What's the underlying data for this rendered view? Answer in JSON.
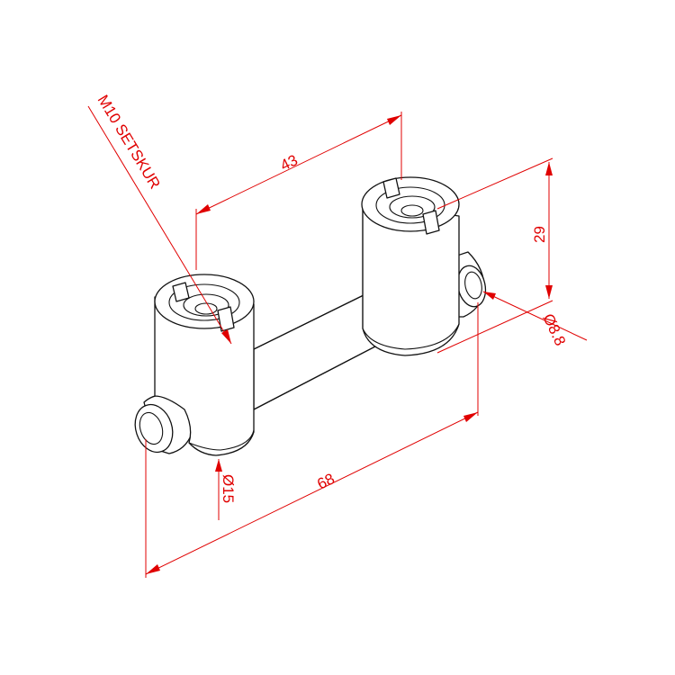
{
  "drawing": {
    "dimensions": {
      "center_distance": "43",
      "overall_length": "68",
      "height": "29",
      "pin_diameter": "Ø8.8",
      "body_diameter": "Ø15"
    },
    "callouts": {
      "screw_note": "M10 SETSKUR"
    },
    "colors": {
      "dimension": "#e00000",
      "outline": "#111111",
      "background": "#ffffff"
    }
  }
}
